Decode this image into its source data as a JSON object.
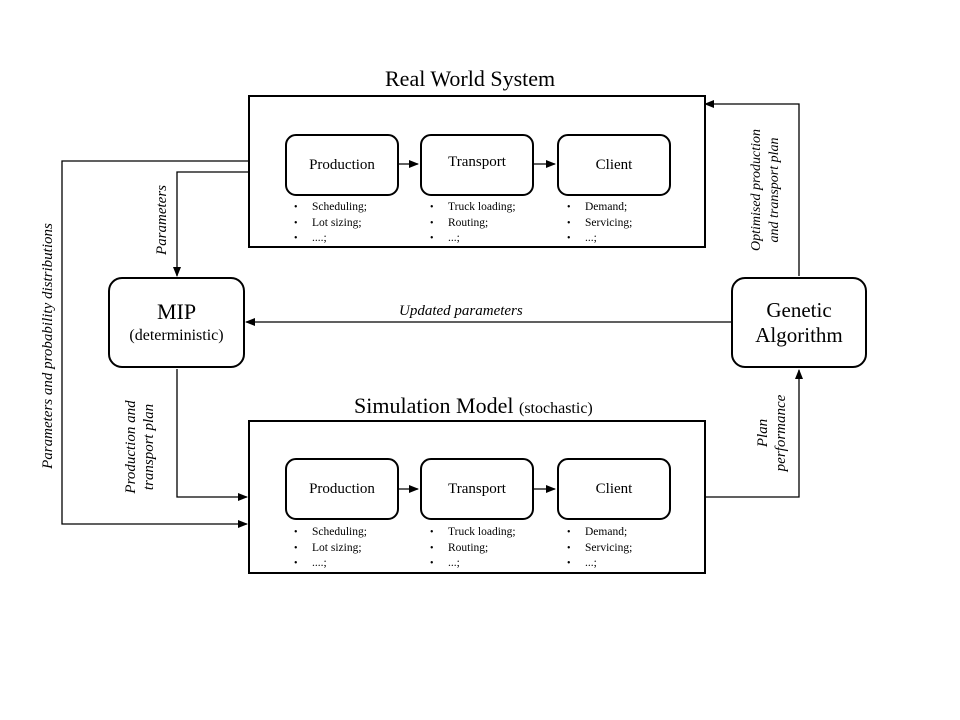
{
  "real_world": {
    "title": "Real World System",
    "production": "Production",
    "transport": "Transport",
    "client": "Client",
    "production_items": [
      "Scheduling;",
      "Lot sizing;",
      "....;"
    ],
    "transport_items": [
      "Truck loading;",
      "Routing;",
      "...;"
    ],
    "client_items": [
      "Demand;",
      "Servicing;",
      "...;"
    ]
  },
  "simulation": {
    "title": "Simulation Model",
    "subtitle": "(stochastic)",
    "production": "Production",
    "transport": "Transport",
    "client": "Client",
    "production_items": [
      "Scheduling;",
      "Lot sizing;",
      "....;"
    ],
    "transport_items": [
      "Truck loading;",
      "Routing;",
      "...;"
    ],
    "client_items": [
      "Demand;",
      "Servicing;",
      "...;"
    ]
  },
  "mip": {
    "title": "MIP",
    "subtitle": "(deterministic)"
  },
  "ga": {
    "line1": "Genetic",
    "line2": "Algorithm"
  },
  "labels": {
    "parameters": "Parameters",
    "parameters_distributions": "Parameters and probability distributions",
    "updated_parameters": "Updated parameters",
    "production_plan_line1": "Production and",
    "production_plan_line2": "transport plan",
    "optimised_line1": "Optimised production",
    "optimised_line2": "and transport plan",
    "performance_line1": "Plan",
    "performance_line2": "performance"
  }
}
